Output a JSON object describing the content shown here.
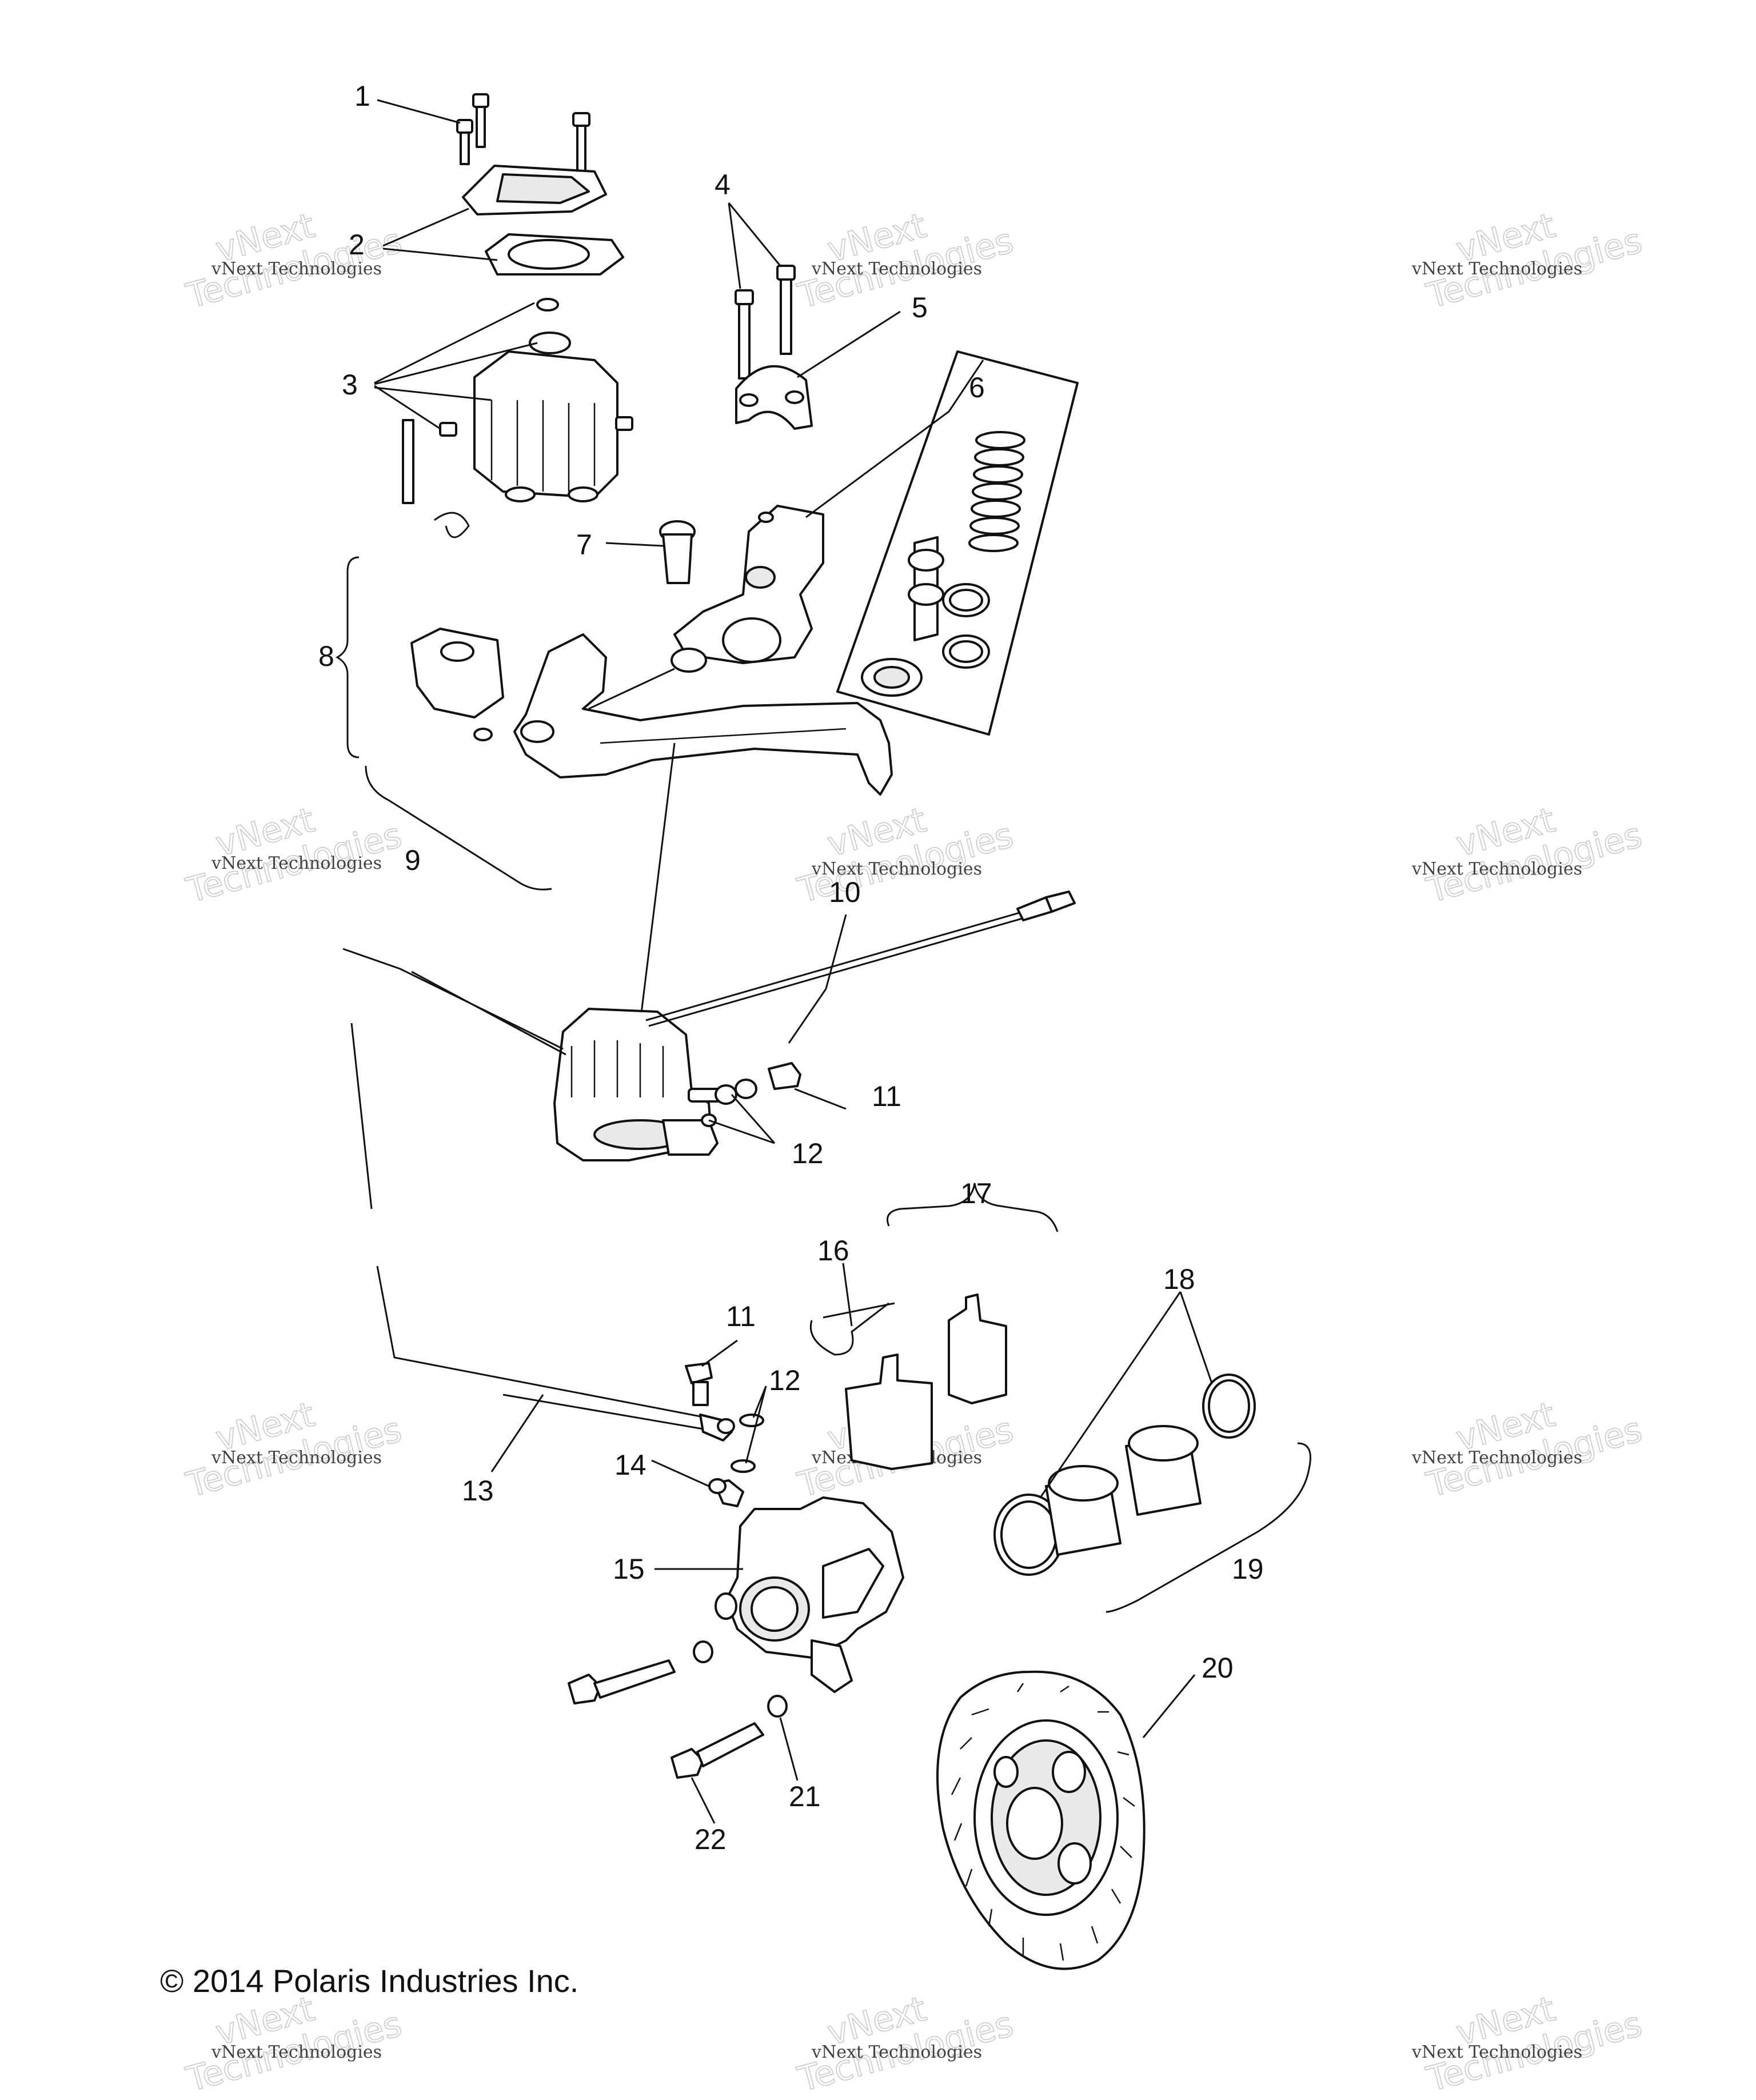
{
  "callouts": [
    "1",
    "2",
    "3",
    "4",
    "5",
    "6",
    "7",
    "8",
    "9",
    "10",
    "11",
    "12",
    "17",
    "16",
    "11",
    "12",
    "18",
    "14",
    "13",
    "15",
    "19",
    "20",
    "21",
    "22"
  ],
  "watermark": {
    "line1": "vNext Technologies",
    "line2": "vNext",
    "line3": "Technologies"
  },
  "copyright": "© 2014 Polaris Industries Inc."
}
